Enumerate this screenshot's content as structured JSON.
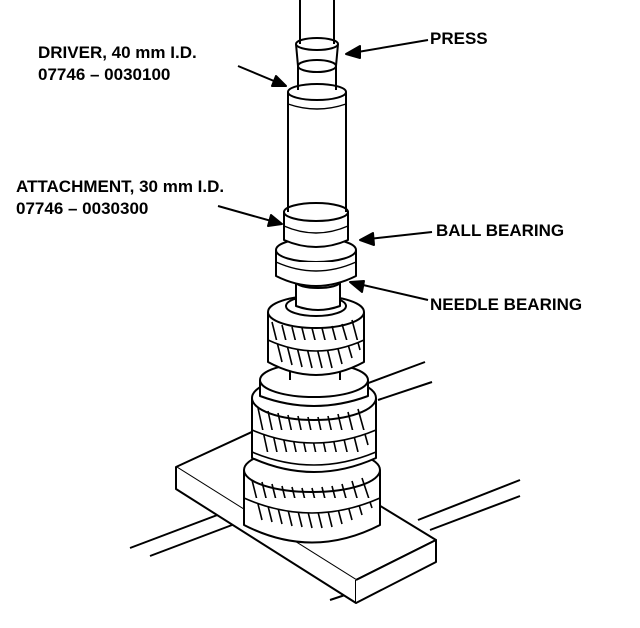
{
  "labels": {
    "press": "PRESS",
    "driver": {
      "name": "DRIVER, 40 mm I.D.",
      "part": "07746 – 0030100"
    },
    "attachment": {
      "name": "ATTACHMENT, 30 mm I.D.",
      "part": "07746 – 0030300"
    },
    "ball_bearing": "BALL BEARING",
    "needle_bearing": "NEEDLE BEARING"
  },
  "colors": {
    "ink": "#000000",
    "paper": "#ffffff"
  }
}
